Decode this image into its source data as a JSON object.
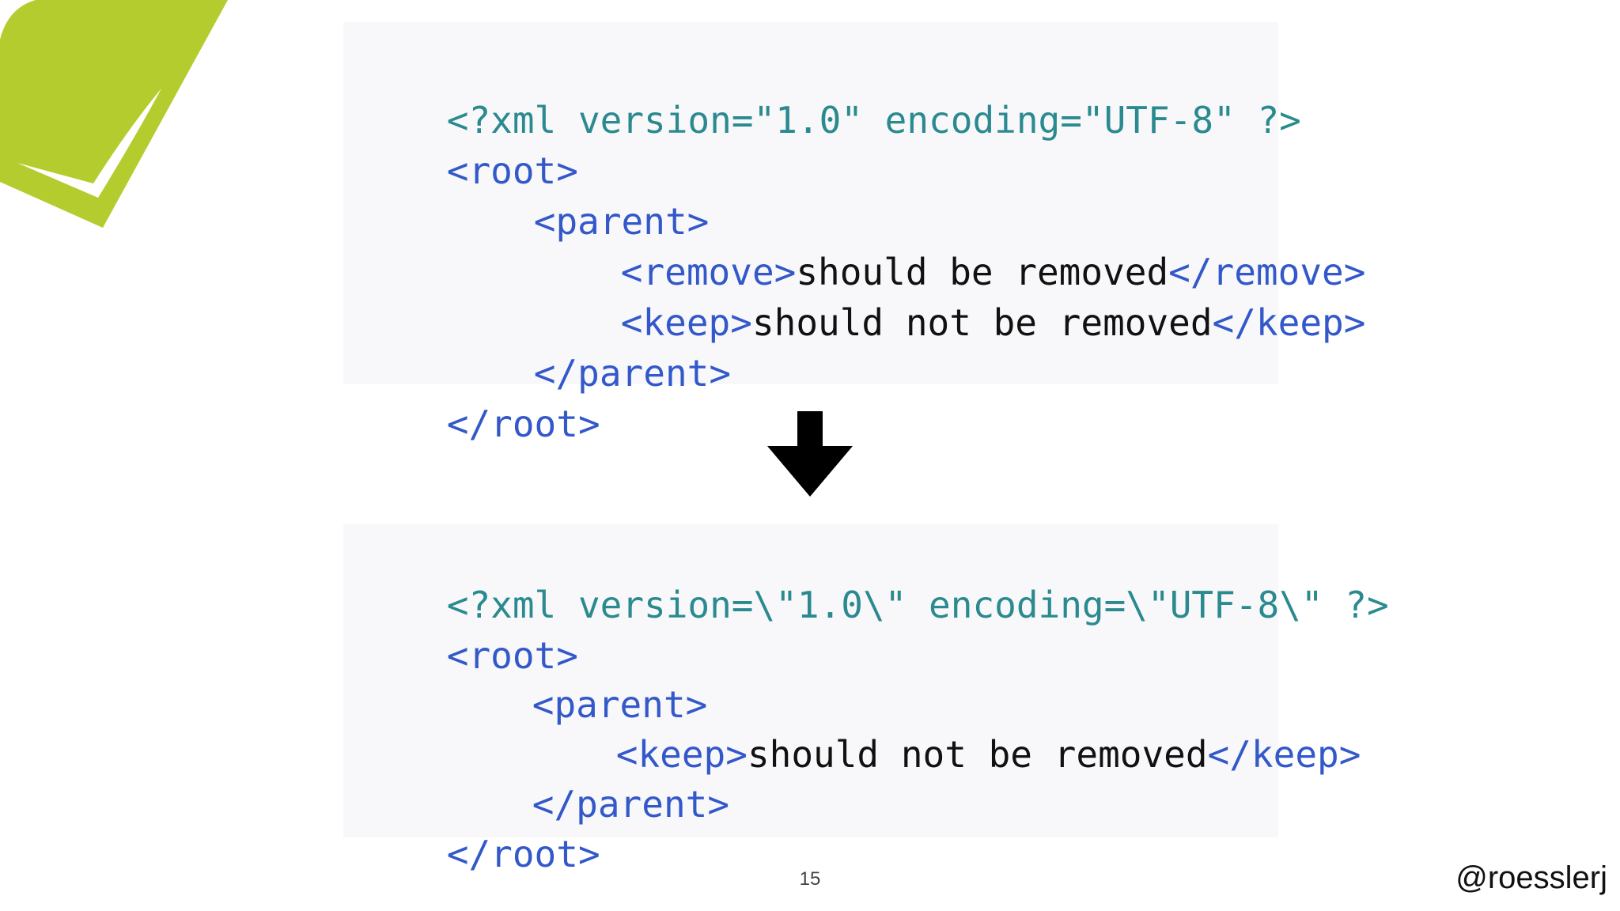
{
  "colors": {
    "tag": "#3358c9",
    "declaration": "#2a8a8f",
    "text": "#111111",
    "code_background": "#f8f8fa",
    "logo_green": "#b5cc2e"
  },
  "icons": {
    "logo": "green-leaf-checkmark-icon",
    "arrow": "down-arrow-icon"
  },
  "before": {
    "declaration": "<?xml version=\"1.0\" encoding=\"UTF-8\" ?>",
    "root_open": "<root>",
    "parent_open": "<parent>",
    "remove_open": "<remove>",
    "remove_text": "should be removed",
    "remove_close": "</remove>",
    "keep_open": "<keep>",
    "keep_text": "should not be removed",
    "keep_close": "</keep>",
    "parent_close": "</parent>",
    "root_close": "</root>"
  },
  "after": {
    "declaration": "<?xml version=\\\"1.0\\\" encoding=\\\"UTF-8\\\" ?>",
    "root_open": "<root>",
    "parent_open": "<parent>",
    "keep_open": "<keep>",
    "keep_text": "should not be removed",
    "keep_close": "</keep>",
    "parent_close": "</parent>",
    "root_close": "</root>"
  },
  "footer": {
    "page_number": "15",
    "handle": "@roesslerj"
  }
}
